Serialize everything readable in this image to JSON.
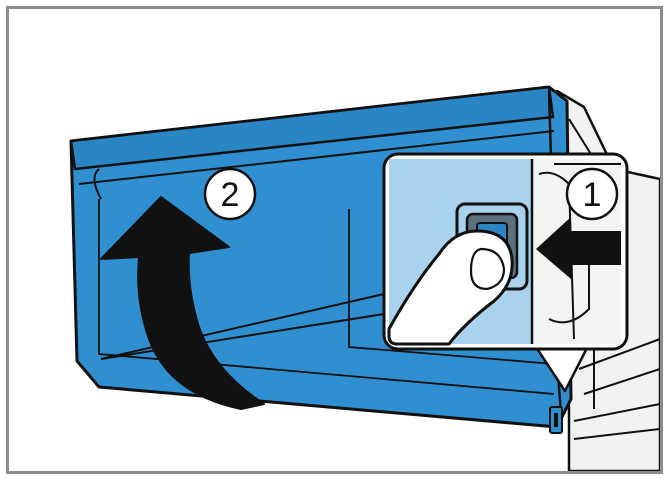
{
  "illustration": {
    "subject": "drawer-removal",
    "colors": {
      "drawer_front": "#2f8fd1",
      "drawer_front_dark": "#1f6ea6",
      "outline": "#111111",
      "cabinet": "#f2f2f2",
      "magnifier_fill": "#a9d2ee",
      "frame_border": "#8c8c8c"
    },
    "steps": [
      {
        "number": "1",
        "action_icon": "push-arrow-icon"
      },
      {
        "number": "2",
        "action_icon": "lift-arrow-icon"
      }
    ]
  }
}
